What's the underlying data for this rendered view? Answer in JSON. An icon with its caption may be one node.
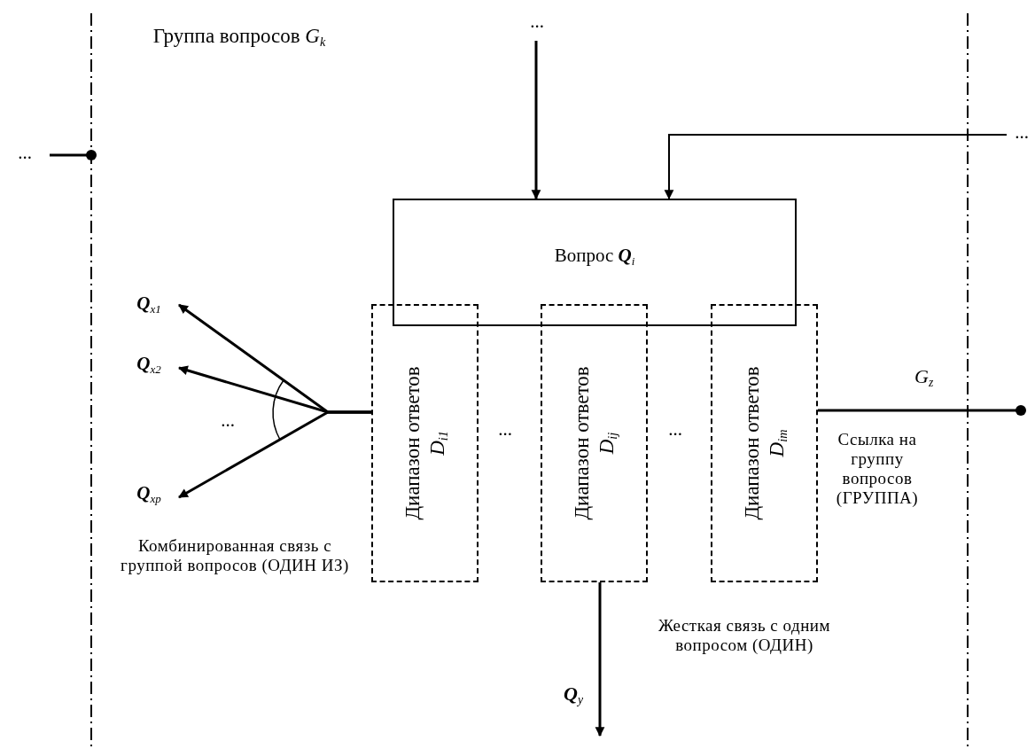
{
  "diagram": {
    "nodes": [
      {
        "text": [
          "..."
        ]
      },
      {
        "text": [
          "..."
        ]
      },
      {
        "text": [
          "..."
        ]
      },
      {
        "text": [
          "Вопрос **Q**$_{i}$"
        ]
      },
      {
        "text": [
          "**Q**$_{x1}$"
        ]
      },
      {
        "text": [
          "**Q**$_{x2}$"
        ]
      },
      {
        "text": [
          "**Q**$_{xp}$"
        ]
      },
      {
        "text": [
          "Диапазон ответов *D*$_{i1}$"
        ]
      },
      {
        "text": [
          "Диапазон ответов *D*$_{ij}$"
        ]
      },
      {
        "text": [
          "Диапазон ответов *D*$_{im}$"
        ]
      }
    ],
    "edges": [
      {
        "from": 0,
        "to": 3,
        "arrow": "to"
      },
      {
        "from": 2,
        "to": 3,
        "arrow": "to"
      },
      {
        "from": 1,
        "to": null,
        "arrow": "other"
      },
      {
        "from": 7,
        "to": 4,
        "arrow": "to"
      },
      {
        "from": 7,
        "to": 5,
        "arrow": "to"
      },
      {
        "from": 7,
        "to": 6,
        "arrow": "to"
      },
      {
        "from": 8,
        "to": null,
        "arrow": "to",
        "label": "**Q**$_{y}$"
      },
      {
        "from": 9,
        "to": null,
        "arrow": "other",
        "label": "*G*$_{z}$"
      }
    ],
    "labels": [
      "Группа вопросов *G*$_{k}$",
      "...",
      "...",
      "...",
      "Ссылка на группу вопросов (ГРУППА)",
      "Комбинированная связь с группой вопросов (ОДИН ИЗ)",
      "Жесткая связь с одним вопросом (ОДИН)"
    ]
  }
}
